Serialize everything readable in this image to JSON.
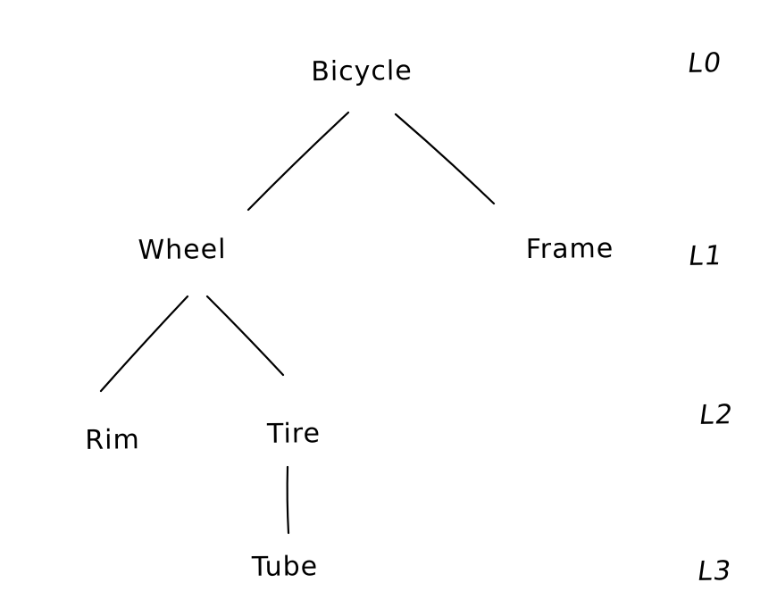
{
  "diagram": {
    "type": "tree",
    "nodes": {
      "bicycle": {
        "label": "Bicycle",
        "level": "L0"
      },
      "wheel": {
        "label": "Wheel",
        "level": "L1"
      },
      "frame": {
        "label": "Frame",
        "level": "L1"
      },
      "rim": {
        "label": "Rim",
        "level": "L2"
      },
      "tire": {
        "label": "Tire",
        "level": "L2"
      },
      "tube": {
        "label": "Tube",
        "level": "L3"
      }
    },
    "edges": [
      {
        "from": "Bicycle",
        "to": "Wheel"
      },
      {
        "from": "Bicycle",
        "to": "Frame"
      },
      {
        "from": "Wheel",
        "to": "Rim"
      },
      {
        "from": "Wheel",
        "to": "Tire"
      },
      {
        "from": "Tire",
        "to": "Tube"
      }
    ],
    "level_labels": {
      "l0": "L0",
      "l1": "L1",
      "l2": "L2",
      "l3": "L3"
    }
  },
  "colors": {
    "ink": "#000000",
    "background": "#ffffff"
  }
}
